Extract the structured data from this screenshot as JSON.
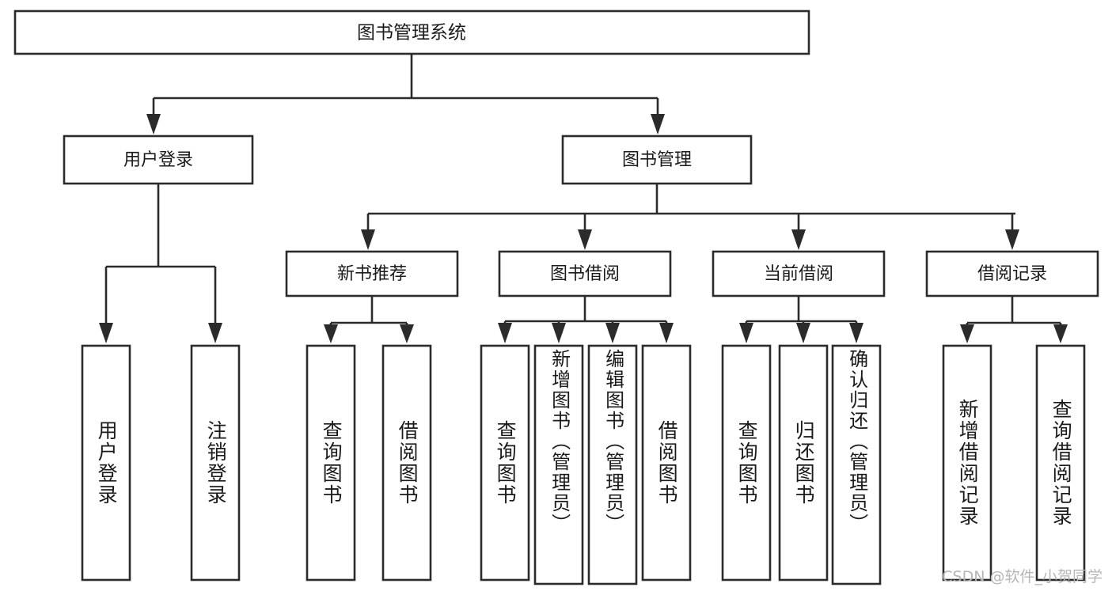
{
  "diagram": {
    "type": "tree-hierarchy",
    "title": "图书管理系统",
    "watermark": "CSDN @软件_小贺同学",
    "colors": {
      "stroke": "#2b2b2b",
      "fill": "#ffffff",
      "text": "#1a1a1a",
      "watermark": "#b6b6b6"
    },
    "root": {
      "label": "图书管理系统"
    },
    "level2": [
      {
        "label": "用户登录"
      },
      {
        "label": "图书管理"
      }
    ],
    "level3": [
      {
        "label": "新书推荐"
      },
      {
        "label": "图书借阅"
      },
      {
        "label": "当前借阅"
      },
      {
        "label": "借阅记录"
      }
    ],
    "leaves": {
      "user_login": [
        {
          "label": "用户登录"
        },
        {
          "label": "注销登录"
        }
      ],
      "new_book": [
        {
          "label": "查询图书"
        },
        {
          "label": "借阅图书"
        }
      ],
      "book_borrow": [
        {
          "label": "查询图书"
        },
        {
          "label": "新增图书（管理员）"
        },
        {
          "label": "编辑图书（管理员）"
        },
        {
          "label": "借阅图书"
        }
      ],
      "current_borrow": [
        {
          "label": "查询图书"
        },
        {
          "label": "归还图书"
        },
        {
          "label": "确认归还（管理员）"
        }
      ],
      "borrow_record": [
        {
          "label": "新增借阅记录"
        },
        {
          "label": "查询借阅记录"
        }
      ]
    }
  }
}
